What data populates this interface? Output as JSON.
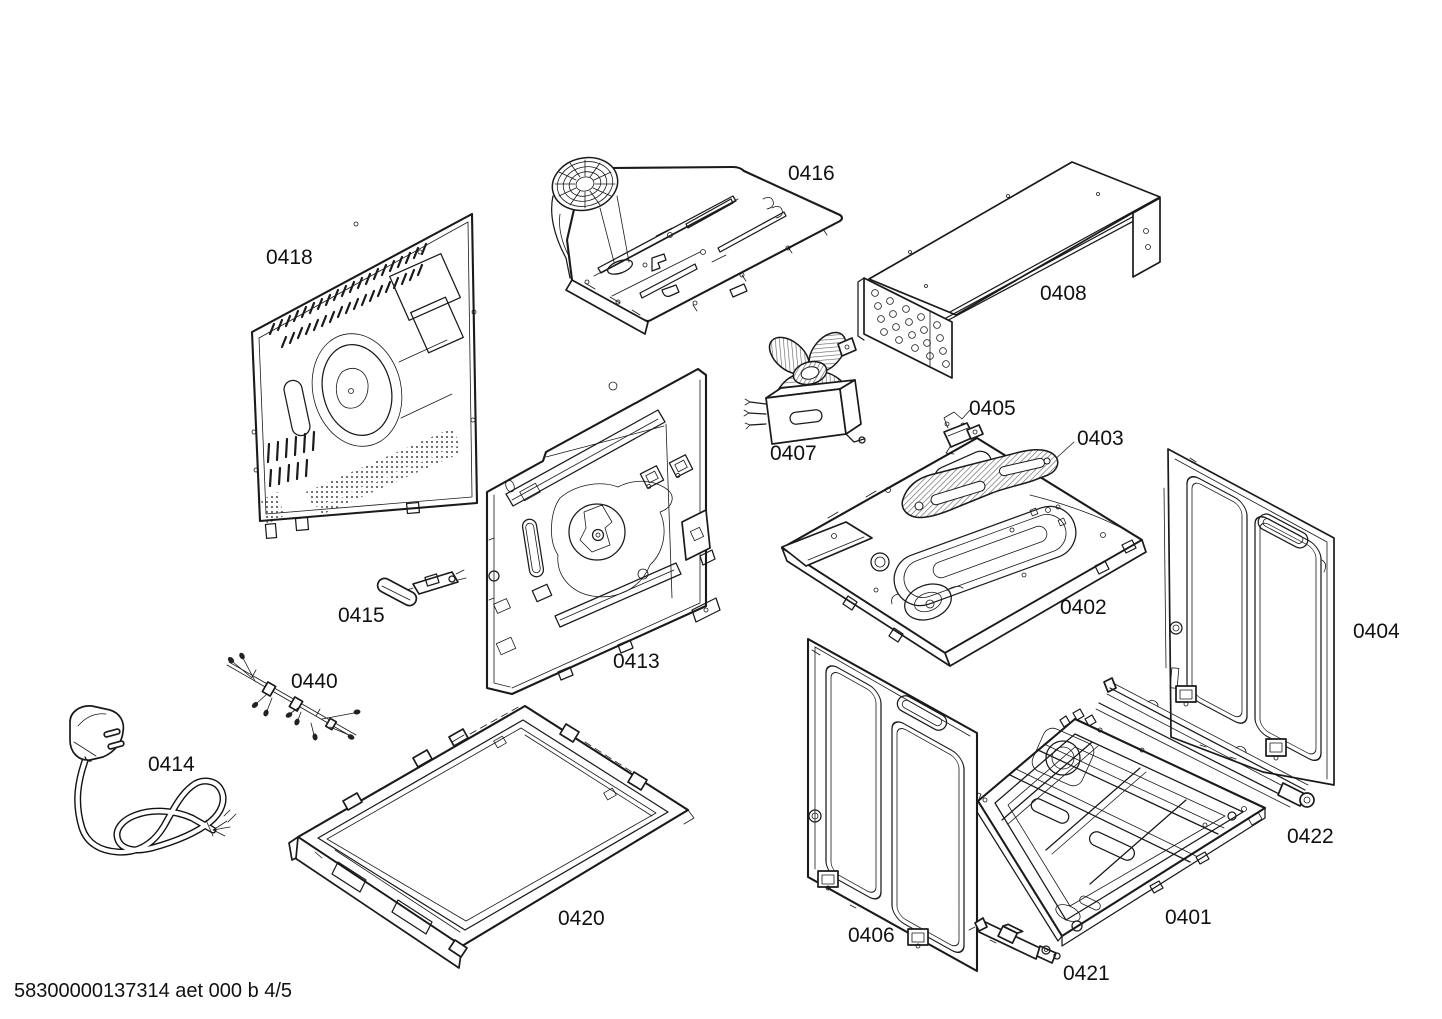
{
  "footer": {
    "text": "58300000137314 aet 000 b 4/5"
  },
  "parts": {
    "p0401": {
      "label": "0401"
    },
    "p0402": {
      "label": "0402"
    },
    "p0403": {
      "label": "0403"
    },
    "p0404": {
      "label": "0404"
    },
    "p0405": {
      "label": "0405"
    },
    "p0406": {
      "label": "0406"
    },
    "p0407": {
      "label": "0407"
    },
    "p0408": {
      "label": "0408"
    },
    "p0413": {
      "label": "0413"
    },
    "p0414": {
      "label": "0414"
    },
    "p0415": {
      "label": "0415"
    },
    "p0416": {
      "label": "0416"
    },
    "p0418": {
      "label": "0418"
    },
    "p0420": {
      "label": "0420"
    },
    "p0421": {
      "label": "0421"
    },
    "p0422": {
      "label": "0422"
    },
    "p0440": {
      "label": "0440"
    }
  }
}
